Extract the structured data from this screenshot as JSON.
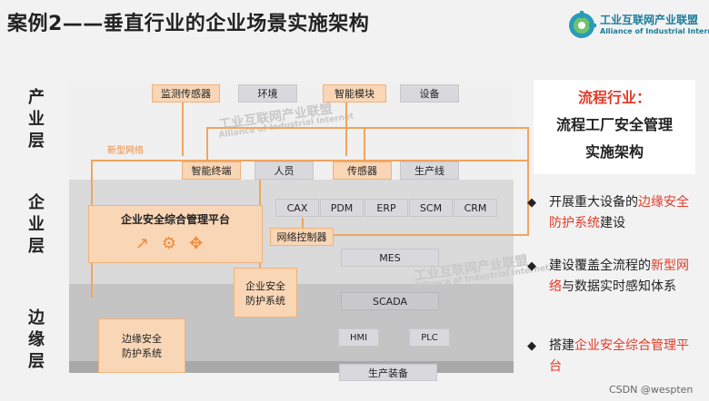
{
  "title": "案例2——垂直行业的企业场景实施架构",
  "logo": {
    "cn": "工业互联网产业联盟",
    "en": "Alliance of Industrial Internet"
  },
  "layers": [
    "产\n业\n层",
    "企\n业\n层",
    "边\n缘\n层"
  ],
  "industry_layer": {
    "monitor_sensor": "监测传感器",
    "environment": "环境",
    "smart_module": "智能模块",
    "equipment": "设备",
    "new_network": "新型网络",
    "smart_terminal": "智能终端",
    "personnel": "人员",
    "sensor": "传感器",
    "production_line": "生产线"
  },
  "enterprise_layer": {
    "platform": "企业安全综合管理平台",
    "systems": [
      "CAX",
      "PDM",
      "ERP",
      "SCM",
      "CRM"
    ],
    "network_controller": "网络控制器",
    "mes": "MES",
    "security_protection": "企业安全\n防护系统"
  },
  "edge_layer": {
    "edge_security": "边缘安全\n防护系统",
    "scada": "SCADA",
    "hmi": "HMI",
    "plc": "PLC",
    "production_equipment": "生产装备"
  },
  "right_panel": {
    "heading_1": "流程行业：",
    "heading_2": "流程工厂安全管理",
    "heading_3": "实施架构",
    "bullets": [
      {
        "pre": "开展重大设备的",
        "hl": "边缘安全防护系统",
        "post": "建设"
      },
      {
        "pre": "建设覆盖全流程的",
        "hl": "新型网络",
        "post": "与数据实时感知体系"
      },
      {
        "pre": "搭建",
        "hl": "企业安全综合管理平台",
        "post": ""
      }
    ]
  },
  "watermark": {
    "cn": "工业互联网产业联盟",
    "en": "Alliance of Industrial Internet"
  },
  "credit": "CSDN @wespten",
  "colors": {
    "accent": "#e03c2a",
    "orange_box": "#f8d6b6",
    "line": "#f0a55e",
    "brand": "#1b7c9a"
  }
}
